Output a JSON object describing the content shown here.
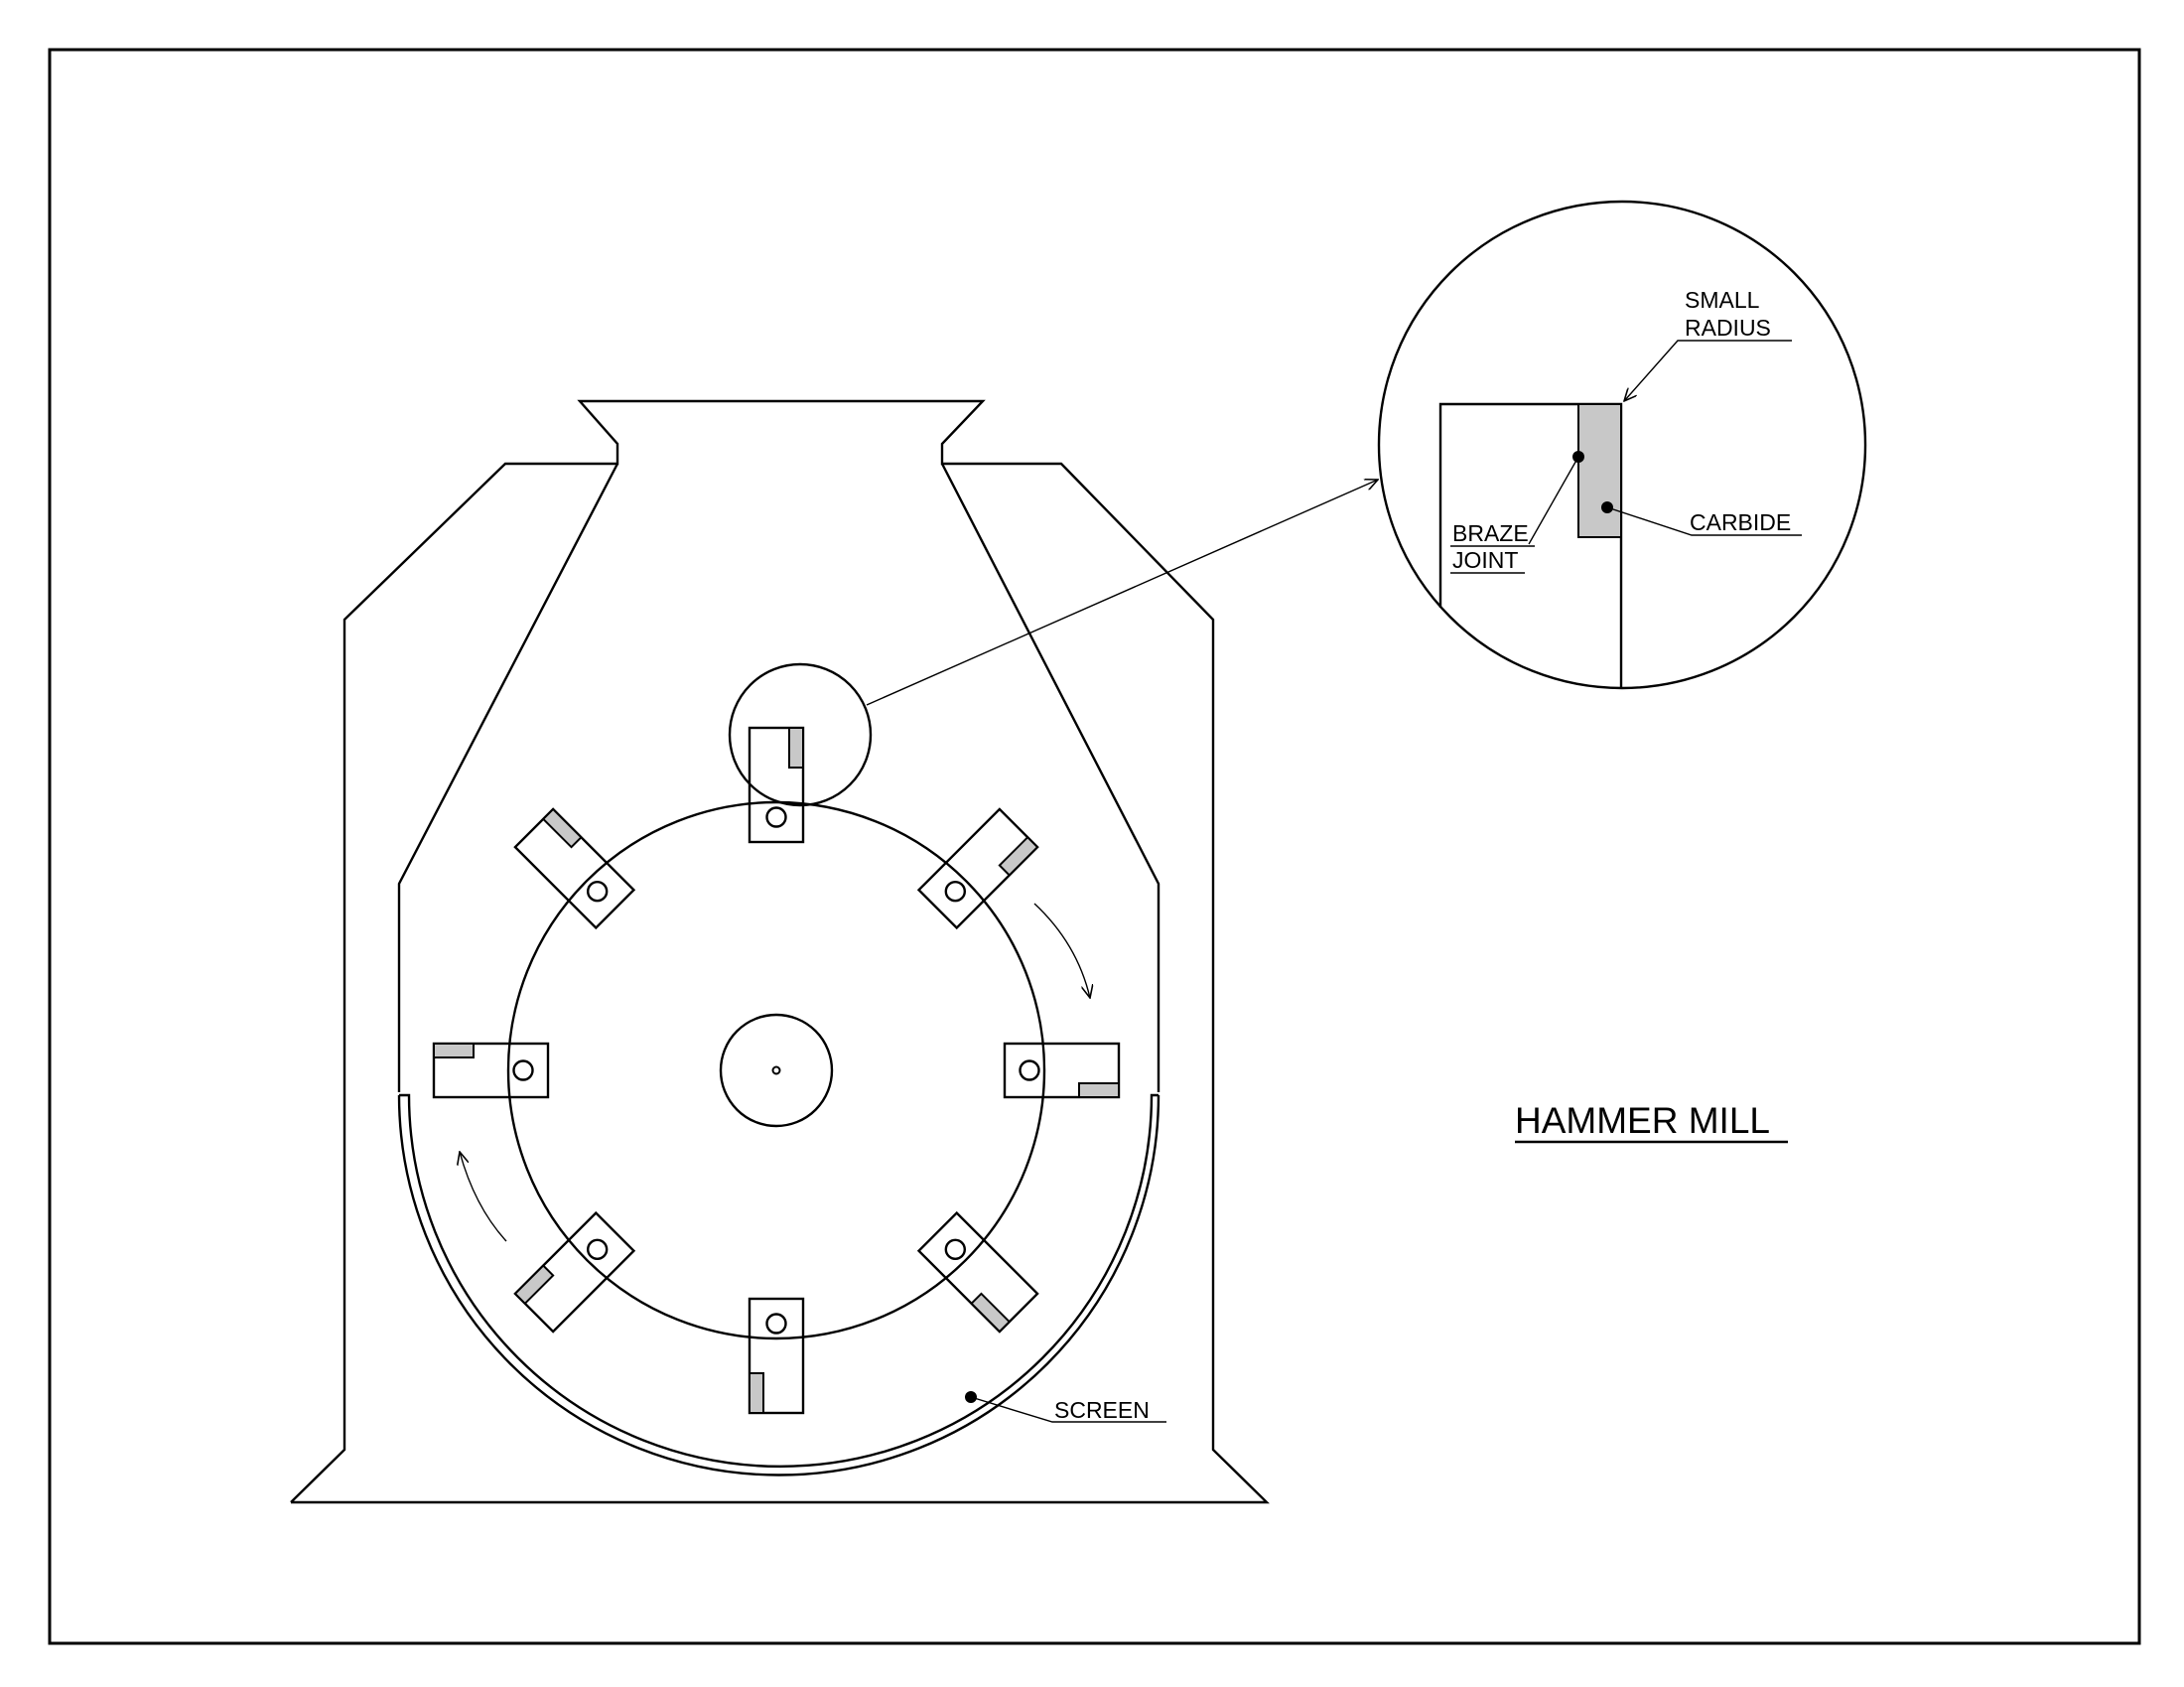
{
  "title": "HAMMER MILL",
  "labels": {
    "small_radius_line1": "SMALL",
    "small_radius_line2": "RADIUS",
    "carbide": "CARBIDE",
    "braze_line1": "BRAZE",
    "braze_line2": "JOINT",
    "screen": "SCREEN"
  },
  "colors": {
    "line": "#000000",
    "carbide_fill": "#c8c8c8",
    "background": "#ffffff"
  },
  "hammer_count": 8
}
